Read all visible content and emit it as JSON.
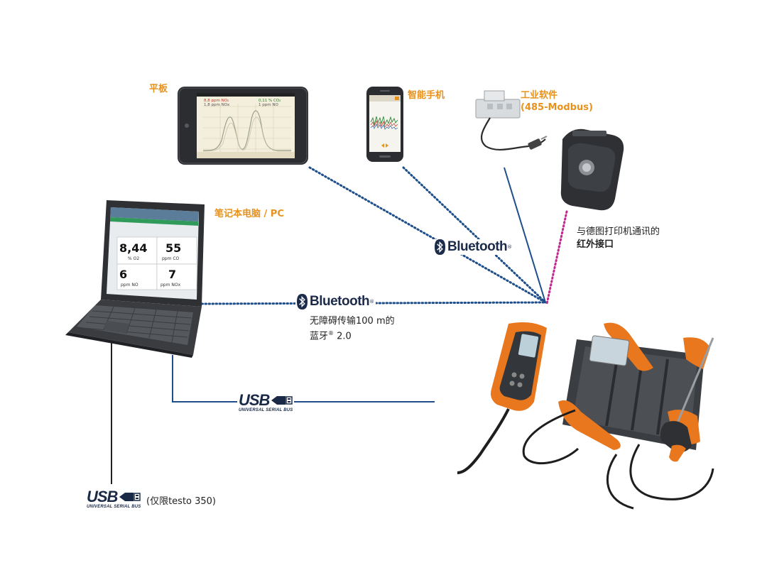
{
  "labels": {
    "tablet": "平板",
    "smartphone": "智能手机",
    "industrial_line1": "工业软件",
    "industrial_line2": "(485-Modbus)",
    "laptop": "笔记本电脑 / PC",
    "printer_line1": "与德图打印机通讯的",
    "printer_line2": "红外接口",
    "bluetooth_note_line1": "无障碍传输100 m的",
    "bluetooth_note_line2_a": "蓝牙",
    "bluetooth_note_line2_reg": "®",
    "bluetooth_note_line2_b": " 2.0",
    "usb_note": "(仅限testo 350)"
  },
  "badges": {
    "bluetooth_word": "Bluetooth",
    "registered": "®",
    "usb_word": "USB",
    "usb_sub": "UNIVERSAL SERIAL BUS"
  },
  "tablet_screen": {
    "left_line1": "8,8 ppm NO₂",
    "left_line2": "1,8 ppm NOx",
    "right_line1": "0,11 % CO₂",
    "right_line2": "1 ppm NO"
  },
  "laptop_screen": {
    "cells": [
      {
        "value": "8,44",
        "unit": "% O2"
      },
      {
        "value": "55",
        "unit": "ppm CO"
      },
      {
        "value": "6",
        "unit": "ppm NO"
      },
      {
        "value": "7",
        "unit": "ppm NOx"
      }
    ]
  },
  "colors": {
    "label_orange": "#e8921e",
    "bluetooth_dots": "#1f4f8a",
    "usb_line": "#1f4f8a",
    "infrared_dots": "#c2278f",
    "device_orange": "#e8771e",
    "device_dark": "#2d2f33"
  }
}
